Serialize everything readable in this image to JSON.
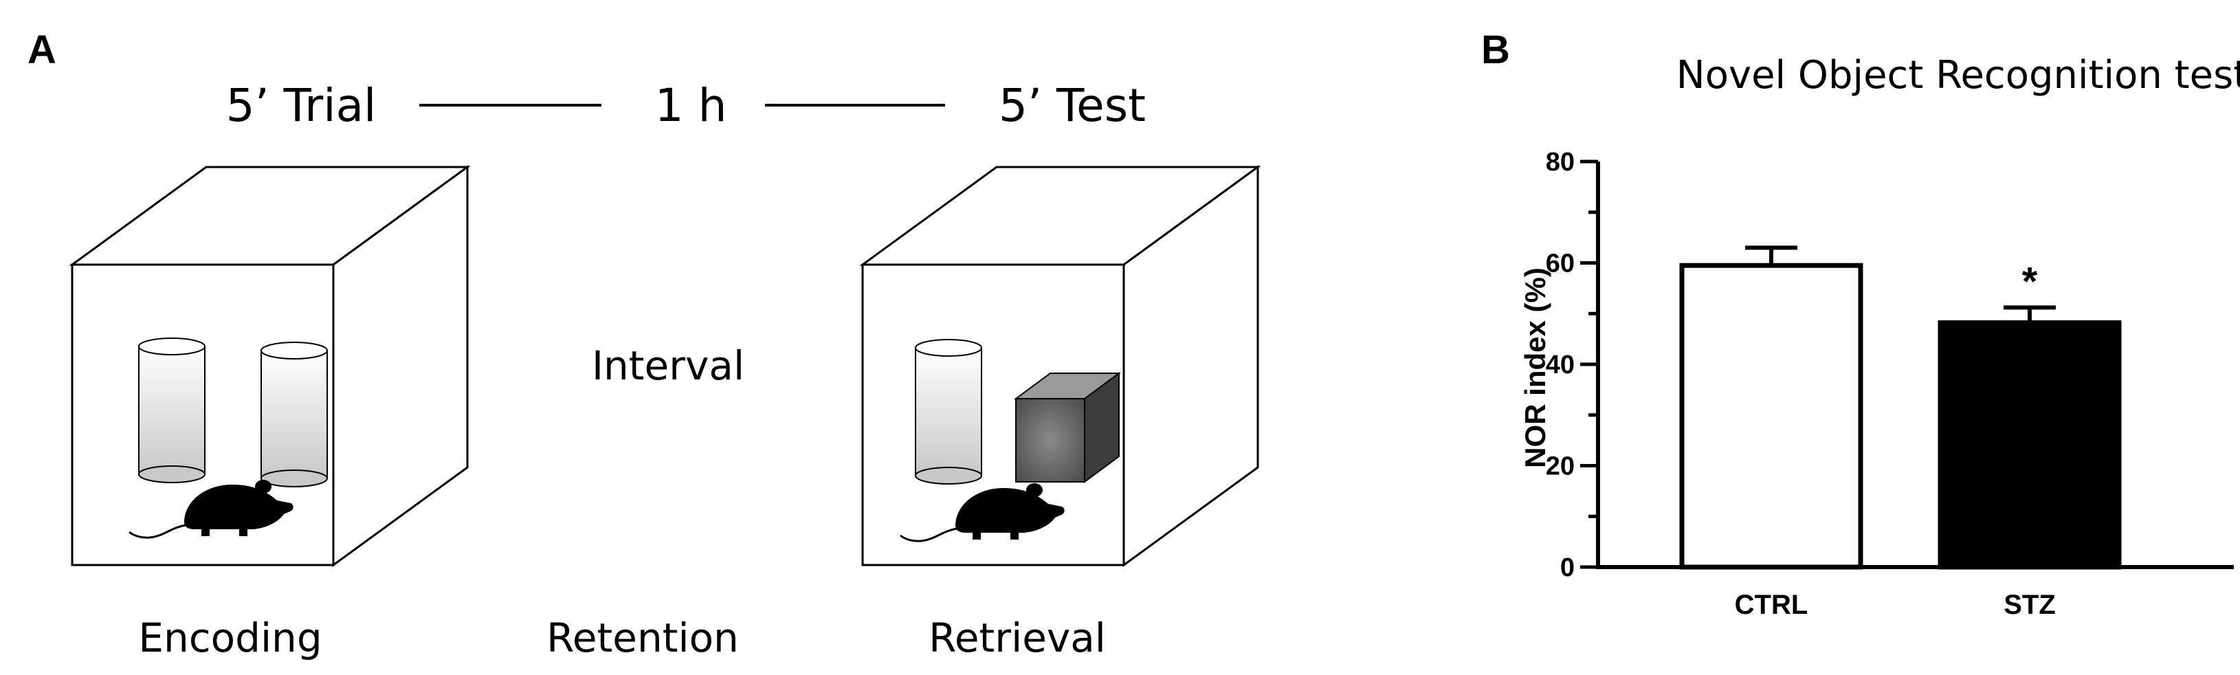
{
  "panels": {
    "a": "A",
    "b": "B"
  },
  "protocol": {
    "trial": "5’ Trial",
    "interval_time": "1 h",
    "test": "5’ Test",
    "interval_label": "Interval"
  },
  "stages": {
    "encoding": "Encoding",
    "retention": "Retention",
    "retrieval": "Retrieval"
  },
  "chart_data": {
    "type": "bar",
    "title": "Novel Object Recognition test",
    "ylabel": "NOR index (%)",
    "xlabel": "",
    "categories": [
      "CTRL",
      "STZ"
    ],
    "values": [
      59.5,
      48.2
    ],
    "errors": [
      3.5,
      3.0
    ],
    "bar_colors": [
      "#ffffff",
      "#000000"
    ],
    "significance": [
      "",
      "*"
    ],
    "ylim": [
      0,
      80
    ],
    "yticks": [
      0,
      20,
      40,
      60,
      80
    ],
    "grid": false
  }
}
